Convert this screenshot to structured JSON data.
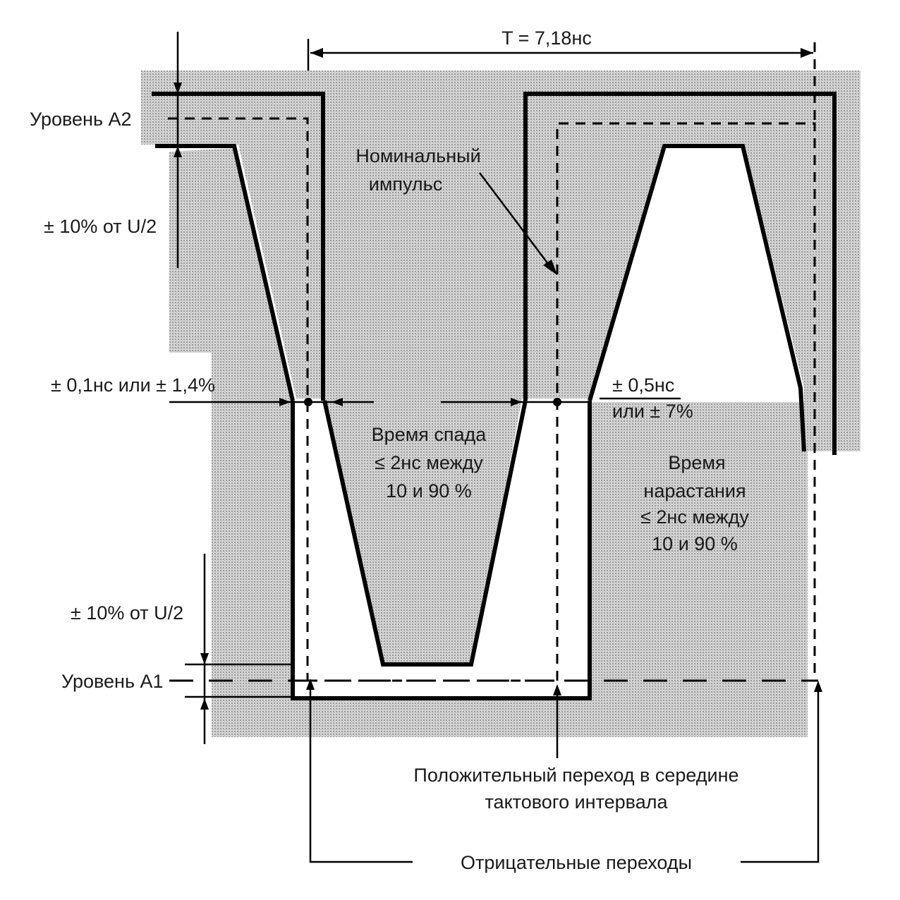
{
  "labels": {
    "period": "T = 7,18нс",
    "level_a2": "Уровень А2",
    "level_a1": "Уровень А1",
    "tolerance_top": "± 10% от U/2",
    "tolerance_bottom": "± 10% от U/2",
    "jitter_left": "± 0,1нс или ± 1,4%",
    "jitter_right_line1": "± 0,5нс",
    "jitter_right_line2": "или ± 7%",
    "nominal_line1": "Номинальный",
    "nominal_line2": "импульс",
    "fall_line1": "Время спада",
    "fall_line2": "≤ 2нс между",
    "fall_line3": "10 и 90 %",
    "rise_line1": "Время",
    "rise_line2": "нарастания",
    "rise_line3": "≤ 2нс между",
    "rise_line4": "10 и 90 %",
    "positive_line1": "Положительный  переход в середине",
    "positive_line2": "тактового интервала",
    "negative": "Отрицательные переходы"
  },
  "colors": {
    "shading": "#c4c4c4",
    "line": "#000000",
    "text": "#1a1a1a",
    "background": "#ffffff"
  }
}
